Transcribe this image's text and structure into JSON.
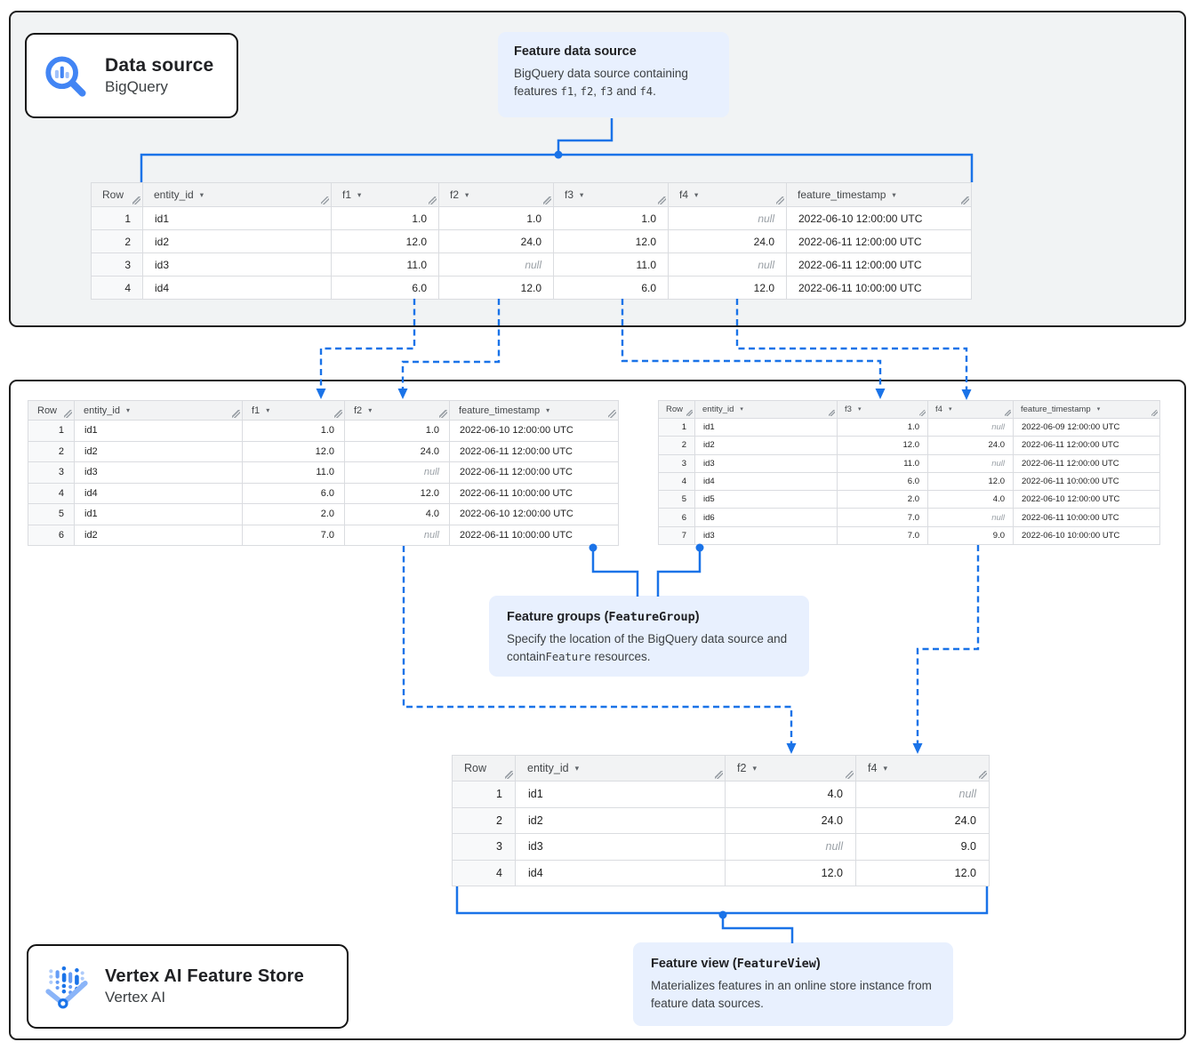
{
  "colors": {
    "accent": "#1a73e8",
    "callout_bg": "#e8f0fe",
    "panel_bg": "#f1f3f4",
    "panel_border": "#1f1f1f",
    "table_border": "#dadce0",
    "header_bg": "#f2f3f4",
    "header_text": "#44474a",
    "cell_text": "#1f1f1f",
    "null_text": "#9aa0a6",
    "row_col_bg": "#f8f9fa",
    "title_text": "#202124",
    "subtitle_text": "#3c4043",
    "bigquery_icon_blue": "#4285f4",
    "bigquery_icon_light": "#a1c2fa",
    "vertex_icon_light": "#8ab4f8",
    "vertex_icon_mid": "#669df6"
  },
  "icons": {
    "column_dropdown": "▾"
  },
  "null_display": "null",
  "data_source_box": {
    "title": "Data source",
    "subtitle": "BigQuery"
  },
  "feature_store_box": {
    "title": "Vertex AI Feature Store",
    "subtitle": "Vertex AI"
  },
  "callouts": {
    "feature_data_source": {
      "title": [
        {
          "t": "Feature data source"
        }
      ],
      "body": [
        {
          "t": "BigQuery data source containing features "
        },
        {
          "t": "f1",
          "mono": true
        },
        {
          "t": ", "
        },
        {
          "t": "f2",
          "mono": true
        },
        {
          "t": ", "
        },
        {
          "t": "f3",
          "mono": true
        },
        {
          "t": " and "
        },
        {
          "t": "f4",
          "mono": true
        },
        {
          "t": "."
        }
      ]
    },
    "feature_groups": {
      "title": [
        {
          "t": "Feature groups ("
        },
        {
          "t": "FeatureGroup",
          "mono": true
        },
        {
          "t": ")"
        }
      ],
      "body": [
        {
          "t": "Specify the location of the BigQuery data source and contain"
        },
        {
          "t": "Feature",
          "mono": true
        },
        {
          "t": " resources."
        }
      ]
    },
    "feature_view": {
      "title": [
        {
          "t": "Feature view ("
        },
        {
          "t": "FeatureView",
          "mono": true
        },
        {
          "t": ")"
        }
      ],
      "body": [
        {
          "t": "Materializes features in an online store instance from feature data sources."
        }
      ]
    }
  },
  "tables": {
    "source": {
      "columns": [
        {
          "id": "row",
          "label": "Row",
          "align": "right",
          "arrow": false
        },
        {
          "id": "entity_id",
          "label": "entity_id",
          "align": "left",
          "arrow": true
        },
        {
          "id": "f1",
          "label": "f1",
          "align": "right",
          "arrow": true
        },
        {
          "id": "f2",
          "label": "f2",
          "align": "right",
          "arrow": true
        },
        {
          "id": "f3",
          "label": "f3",
          "align": "right",
          "arrow": true
        },
        {
          "id": "f4",
          "label": "f4",
          "align": "right",
          "arrow": true
        },
        {
          "id": "feature_timestamp",
          "label": "feature_timestamp",
          "align": "left",
          "arrow": true
        }
      ],
      "rows": [
        [
          "1",
          "id1",
          "1.0",
          "1.0",
          "1.0",
          null,
          "2022-06-10 12:00:00 UTC"
        ],
        [
          "2",
          "id2",
          "12.0",
          "24.0",
          "12.0",
          "24.0",
          "2022-06-11 12:00:00 UTC"
        ],
        [
          "3",
          "id3",
          "11.0",
          null,
          "11.0",
          null,
          "2022-06-11 12:00:00 UTC"
        ],
        [
          "4",
          "id4",
          "6.0",
          "12.0",
          "6.0",
          "12.0",
          "2022-06-11 10:00:00 UTC"
        ]
      ]
    },
    "group1": {
      "columns": [
        {
          "id": "row",
          "label": "Row",
          "align": "right",
          "arrow": false
        },
        {
          "id": "entity_id",
          "label": "entity_id",
          "align": "left",
          "arrow": true
        },
        {
          "id": "f1",
          "label": "f1",
          "align": "right",
          "arrow": true
        },
        {
          "id": "f2",
          "label": "f2",
          "align": "right",
          "arrow": true
        },
        {
          "id": "feature_timestamp",
          "label": "feature_timestamp",
          "align": "left",
          "arrow": true
        }
      ],
      "rows": [
        [
          "1",
          "id1",
          "1.0",
          "1.0",
          "2022-06-10 12:00:00 UTC"
        ],
        [
          "2",
          "id2",
          "12.0",
          "24.0",
          "2022-06-11 12:00:00 UTC"
        ],
        [
          "3",
          "id3",
          "11.0",
          null,
          "2022-06-11 12:00:00 UTC"
        ],
        [
          "4",
          "id4",
          "6.0",
          "12.0",
          "2022-06-11 10:00:00 UTC"
        ],
        [
          "5",
          "id1",
          "2.0",
          "4.0",
          "2022-06-10 12:00:00 UTC"
        ],
        [
          "6",
          "id2",
          "7.0",
          null,
          "2022-06-11 10:00:00 UTC"
        ]
      ]
    },
    "group2": {
      "columns": [
        {
          "id": "row",
          "label": "Row",
          "align": "right",
          "arrow": false
        },
        {
          "id": "entity_id",
          "label": "entity_id",
          "align": "left",
          "arrow": true
        },
        {
          "id": "f3",
          "label": "f3",
          "align": "right",
          "arrow": true
        },
        {
          "id": "f4",
          "label": "f4",
          "align": "right",
          "arrow": true
        },
        {
          "id": "feature_timestamp",
          "label": "feature_timestamp",
          "align": "left",
          "arrow": true
        }
      ],
      "rows": [
        [
          "1",
          "id1",
          "1.0",
          null,
          "2022-06-09 12:00:00 UTC"
        ],
        [
          "2",
          "id2",
          "12.0",
          "24.0",
          "2022-06-11 12:00:00 UTC"
        ],
        [
          "3",
          "id3",
          "11.0",
          null,
          "2022-06-11 12:00:00 UTC"
        ],
        [
          "4",
          "id4",
          "6.0",
          "12.0",
          "2022-06-11 10:00:00 UTC"
        ],
        [
          "5",
          "id5",
          "2.0",
          "4.0",
          "2022-06-10 12:00:00 UTC"
        ],
        [
          "6",
          "id6",
          "7.0",
          null,
          "2022-06-11 10:00:00 UTC"
        ],
        [
          "7",
          "id3",
          "7.0",
          "9.0",
          "2022-06-10 10:00:00 UTC"
        ]
      ]
    },
    "view": {
      "columns": [
        {
          "id": "row",
          "label": "Row",
          "align": "right",
          "arrow": false
        },
        {
          "id": "entity_id",
          "label": "entity_id",
          "align": "left",
          "arrow": true
        },
        {
          "id": "f2",
          "label": "f2",
          "align": "right",
          "arrow": true
        },
        {
          "id": "f4",
          "label": "f4",
          "align": "right",
          "arrow": true
        }
      ],
      "rows": [
        [
          "1",
          "id1",
          "4.0",
          null
        ],
        [
          "2",
          "id2",
          "24.0",
          "24.0"
        ],
        [
          "3",
          "id3",
          null,
          "9.0"
        ],
        [
          "4",
          "id4",
          "12.0",
          "12.0"
        ]
      ]
    }
  }
}
